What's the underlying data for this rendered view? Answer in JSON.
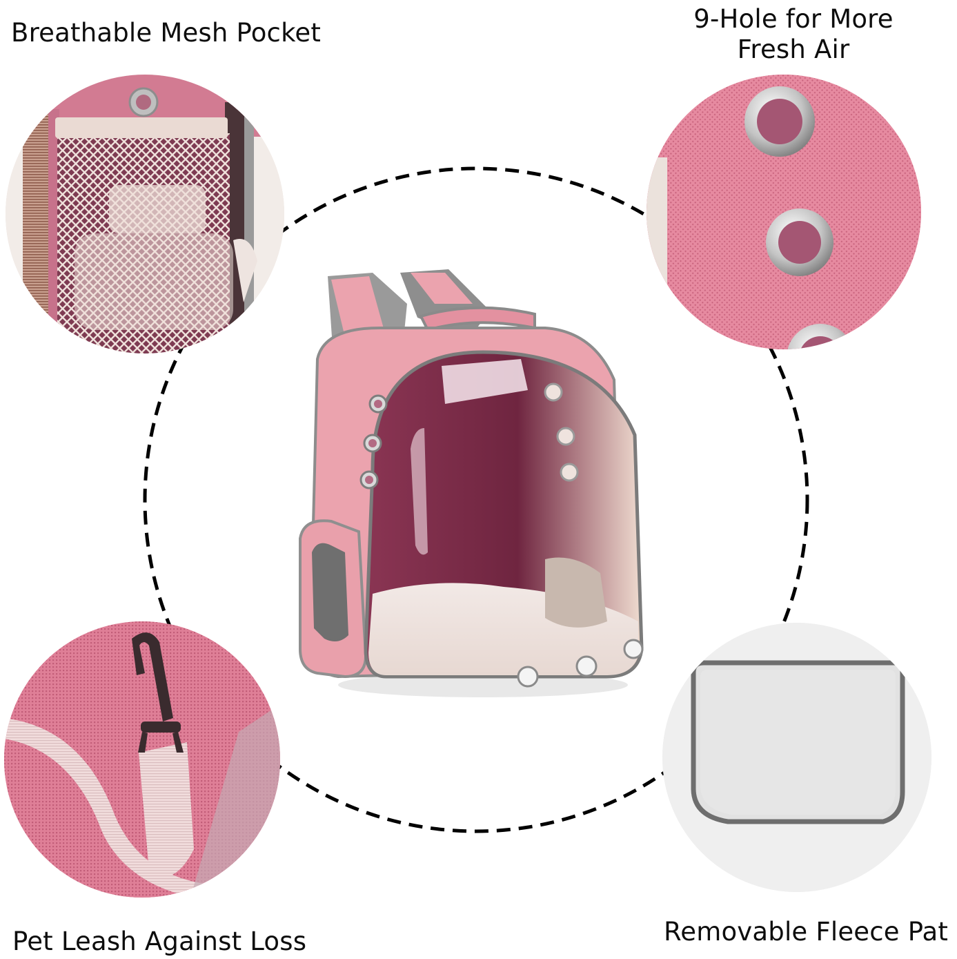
{
  "features": {
    "top_left": {
      "label": "Breathable Mesh Pocket",
      "icon": "mesh-pocket-icon"
    },
    "top_right": {
      "label_line1": "9-Hole for More",
      "label_line2": "Fresh Air",
      "icon": "air-hole-grommet-icon"
    },
    "bottom_left": {
      "label": "Pet Leash Against Loss",
      "icon": "leash-clip-icon"
    },
    "bottom_right": {
      "label": "Removable Fleece Pat",
      "icon": "fleece-pad-icon"
    }
  },
  "product": {
    "name": "pet-bubble-backpack",
    "color": "#e8a1ac"
  },
  "colors": {
    "fabric_pink": "#e48a9c",
    "fabric_pink_light": "#eda7b2",
    "bubble_interior": "#7a2c47",
    "trim_gray": "#8a8a8a",
    "mesh_beige": "#e9d7cf",
    "fleece": "#ececec",
    "dash": "#000000"
  }
}
